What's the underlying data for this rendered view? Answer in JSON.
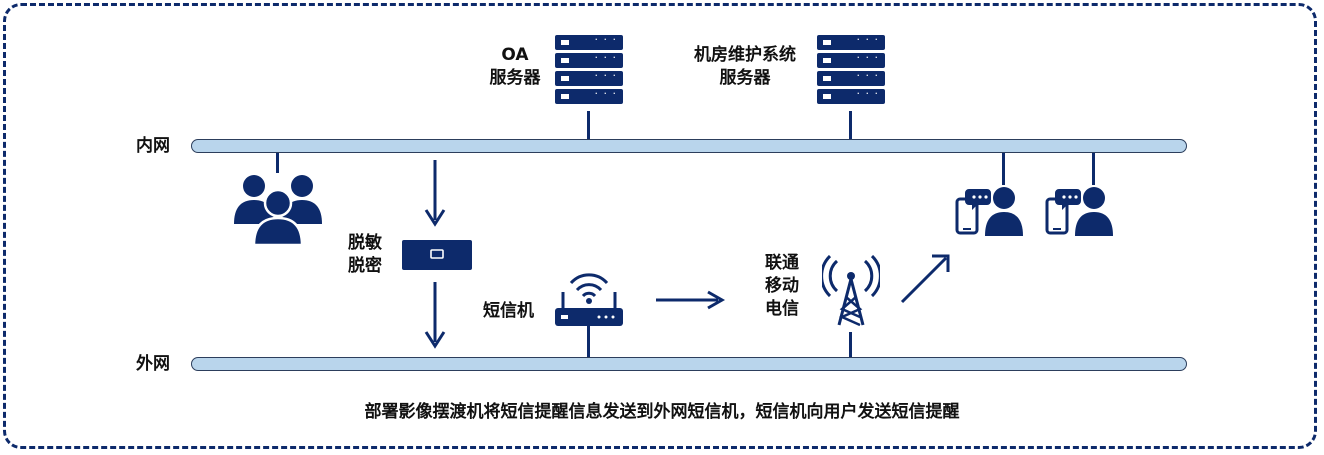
{
  "labels": {
    "inner_network": "内网",
    "outer_network": "外网",
    "oa_server_line1": "OA",
    "oa_server_line2": "服务器",
    "machine_room_line1": "机房维护系统",
    "machine_room_line2": "服务器",
    "desensitize_line1": "脱敏",
    "desensitize_line2": "脱密",
    "sms_machine": "短信机",
    "carrier_line1": "联通",
    "carrier_line2": "移动",
    "carrier_line3": "电信"
  },
  "caption": "部署影像摆渡机将短信提醒信息发送到外网短信机，短信机向用户发送短信提醒",
  "colors": {
    "primary": "#0d2a6b",
    "bus_fill": "#b9d5ec",
    "border": "#0d2a6b"
  }
}
